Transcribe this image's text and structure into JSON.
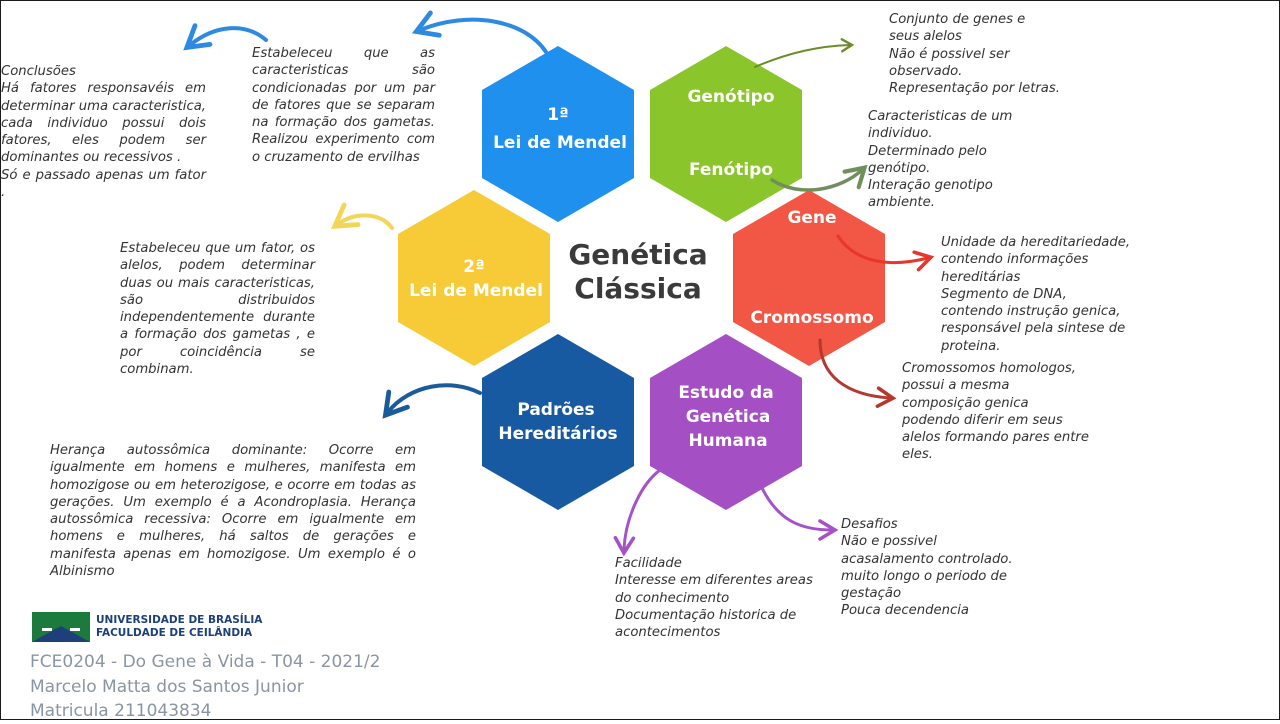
{
  "colors": {
    "lei1": "#2090ee",
    "genotipo": "#8ac52c",
    "gene": "#f25745",
    "lei2": "#f7cb38",
    "padroes": "#185aa2",
    "estudo": "#a54fc4",
    "arrow_lei1": "#2d8ae0",
    "arrow_genotipo": "#6b8c2a",
    "arrow_fenotipo": "#6f8f5c",
    "arrow_gene": "#e8362a",
    "arrow_cromossomo": "#b5382f",
    "arrow_lei2": "#f2d65a",
    "arrow_padroes": "#1c5b9a",
    "arrow_estudo": "#a552c8",
    "unb_green": "#1c7a3c",
    "unb_blue": "#1d3f7a"
  },
  "center": {
    "line1": "Genética",
    "line2": "Clássica"
  },
  "hexagons": {
    "lei1": {
      "line1": "1ª",
      "line2": "Lei de Mendel"
    },
    "genotipo": {
      "top": "Genótipo",
      "bottom": "Fenótipo"
    },
    "gene": {
      "top": "Gene",
      "bottom": "Cromossomo"
    },
    "lei2": {
      "line1": "2ª",
      "line2": "Lei de Mendel"
    },
    "padroes": {
      "line1": "Padrões",
      "line2": "Hereditários"
    },
    "estudo": {
      "line1": "Estudo da",
      "line2": "Genética",
      "line3": "Humana"
    }
  },
  "notes": {
    "conclusoes": [
      "Conclusões",
      "Há fatores responsavéis em determinar uma caracteristica, cada individuo possui dois fatores, eles podem ser dominantes ou recessivos .",
      "Só e passado apenas um fator ."
    ],
    "lei1": "Estabeleceu que as caracteristicas são condicionadas por um par de fatores que se separam na formação dos gametas. Realizou experimento com o cruzamento de ervilhas",
    "genotipo": [
      "Conjunto de genes e",
      "seus alelos",
      "Não é possivel  ser",
      "observado.",
      "Representação por letras."
    ],
    "fenotipo": [
      "Caracteristicas de um",
      "individuo.",
      "Determinado pelo",
      "genótipo.",
      "Interação genotipo",
      "ambiente."
    ],
    "gene": [
      "Unidade da hereditariedade,",
      "contendo informações",
      "hereditárias",
      "Segmento de DNA,",
      "contendo instrução genica,",
      "responsável pela sintese de",
      "proteina."
    ],
    "cromossomo": [
      "Cromossomos homologos,",
      "possui a mesma",
      "composição genica",
      "podendo diferir em seus",
      "alelos formando pares entre",
      "eles."
    ],
    "lei2": "Estabeleceu que um fator, os alelos, podem determinar duas ou mais caracteristicas, são distribuidos independentemente durante a formação dos gametas , e por coincidência se combinam.",
    "padroes": "Herança autossômica dominante: Ocorre em igualmente em homens e mulheres, manifesta em homozigose ou em heterozigose, e ocorre em todas as gerações. Um exemplo é a Acondroplasia. Herança autossômica recessiva: Ocorre em igualmente em homens e mulheres, há saltos de gerações e manifesta apenas em homozigose. Um exemplo é o Albinismo",
    "facilidade": [
      "Facilidade",
      "Interesse em diferentes areas",
      "do conhecimento",
      "Documentação historica de",
      "acontecimentos"
    ],
    "desafios": [
      "Desafios",
      "Não e possivel",
      "acasalamento controlado.",
      "muito longo o periodo de",
      "gestação",
      "Pouca decendencia"
    ]
  },
  "logo": {
    "line1": "UNIVERSIDADE DE BRASÍLIA",
    "line2": "FACULDADE DE CEILÂNDIA"
  },
  "footer": {
    "course": "FCE0204 - Do Gene à Vida - T04 - 2021/2",
    "student": "Marcelo Matta dos Santos Junior",
    "matricula": "Matricula 211043834"
  }
}
